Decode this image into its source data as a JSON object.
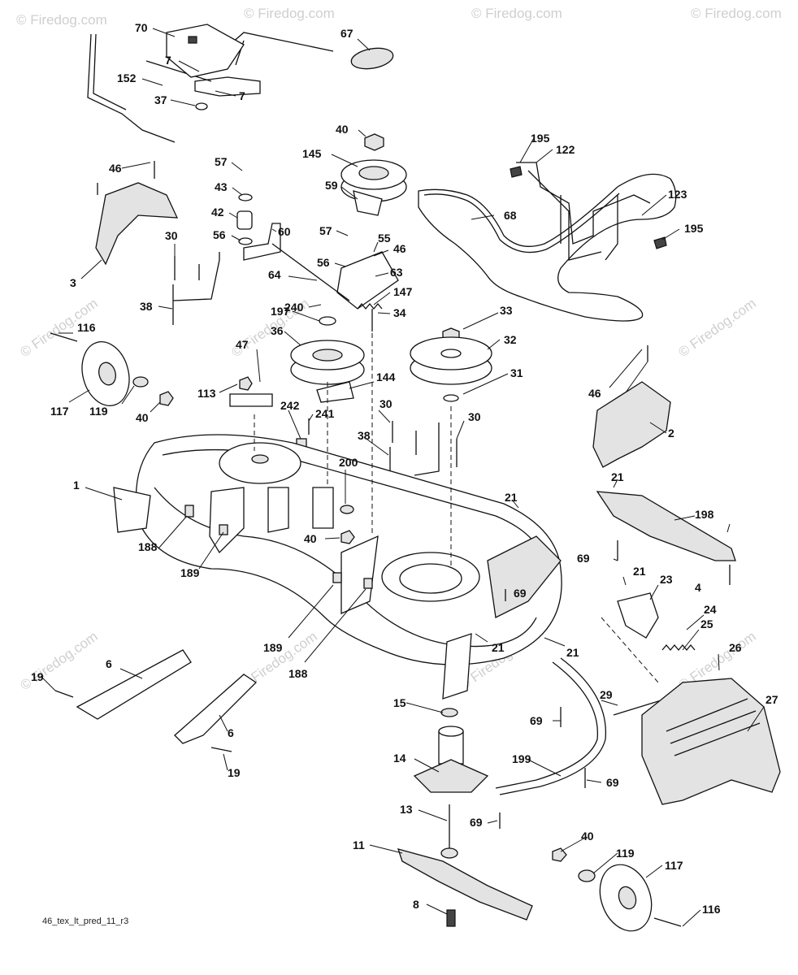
{
  "watermark": "© Firedog.com",
  "drawing_code": "46_tex_lt_pred_11_r3",
  "callouts": [
    "70",
    "67",
    "7",
    "7",
    "152",
    "37",
    "40",
    "145",
    "195",
    "122",
    "46",
    "57",
    "43",
    "59",
    "68",
    "123",
    "195",
    "42",
    "60",
    "56",
    "30",
    "55",
    "46",
    "57",
    "56",
    "3",
    "64",
    "63",
    "147",
    "38",
    "240",
    "34",
    "197",
    "33",
    "116",
    "36",
    "32",
    "47",
    "31",
    "117",
    "119",
    "40",
    "113",
    "144",
    "46",
    "242",
    "241",
    "30",
    "30",
    "2",
    "38",
    "1",
    "200",
    "21",
    "21",
    "198",
    "40",
    "188",
    "189",
    "69",
    "4",
    "21",
    "23",
    "24",
    "69",
    "25",
    "189",
    "188",
    "21",
    "21",
    "26",
    "27",
    "6",
    "19",
    "15",
    "29",
    "69",
    "6",
    "14",
    "199",
    "19",
    "69",
    "13",
    "69",
    "11",
    "40",
    "119",
    "117",
    "8",
    "116"
  ]
}
